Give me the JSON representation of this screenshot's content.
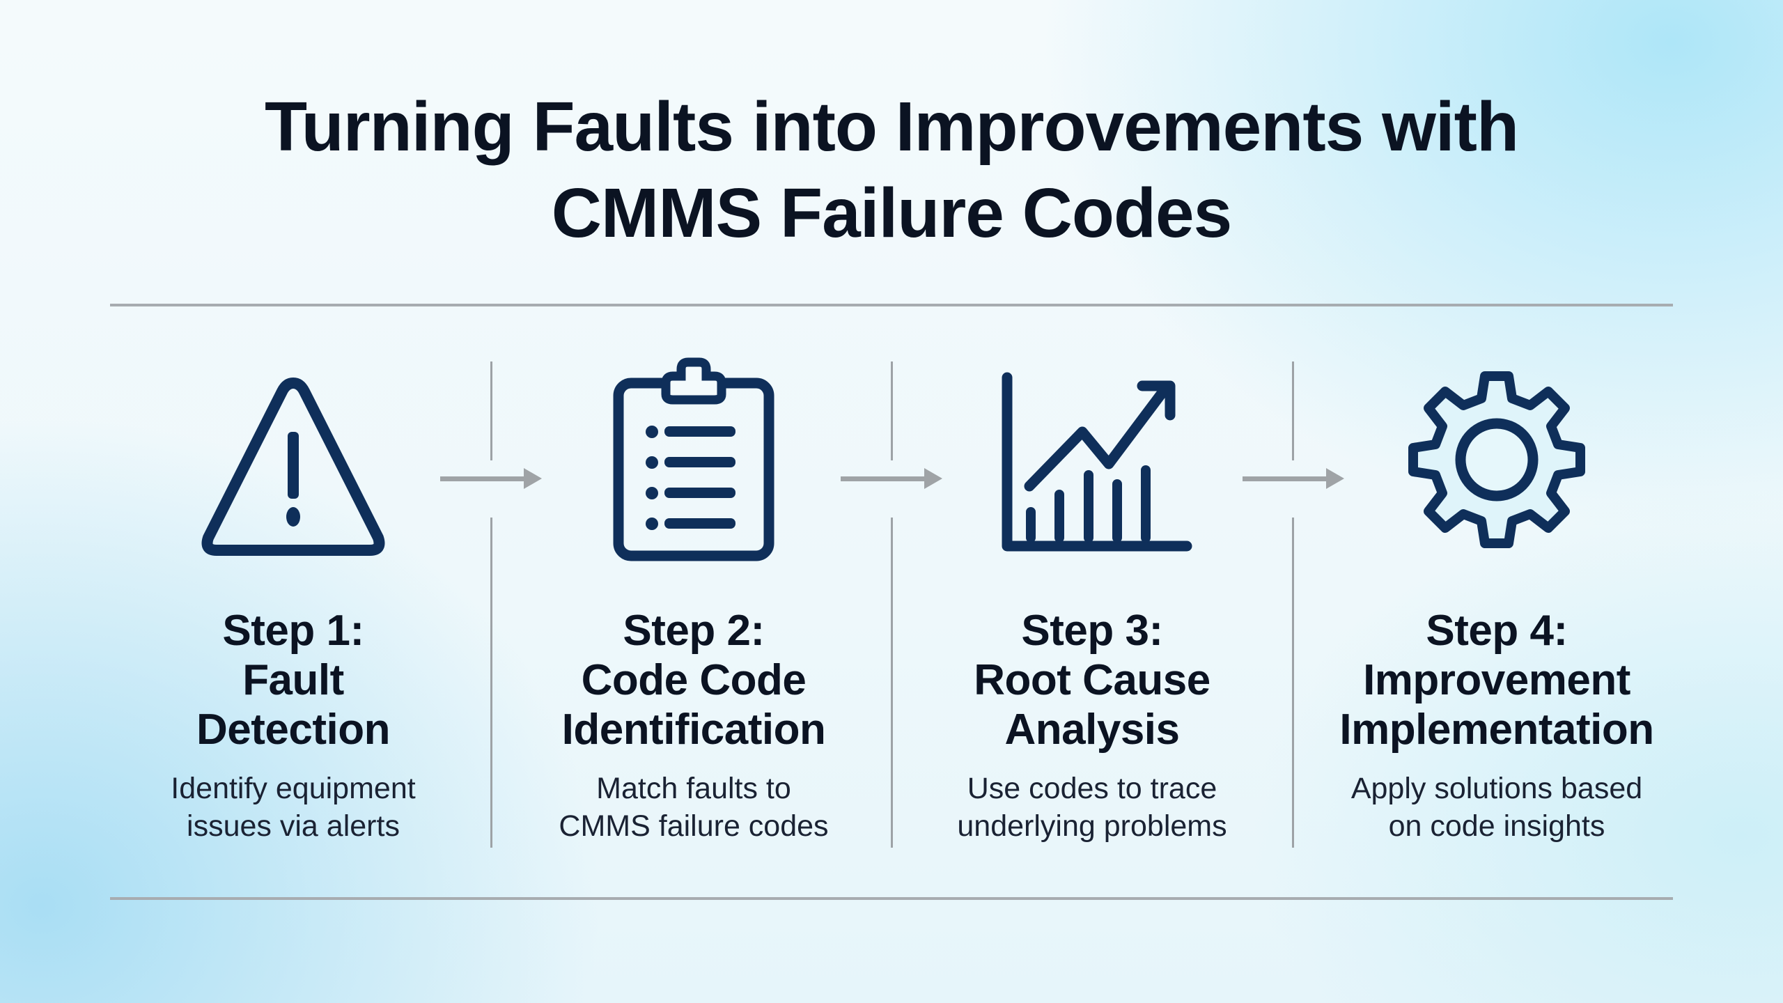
{
  "title": {
    "line1": "Turning Faults into Improvements with",
    "line2": "CMMS Failure Codes"
  },
  "colors": {
    "icon": "#0f2f5a",
    "rule": "#a7acb0",
    "arrow": "#9fa3a6"
  },
  "steps": [
    {
      "icon": "warning-triangle-icon",
      "heading": [
        "Step 1:",
        "Fault",
        "Detection"
      ],
      "desc": [
        "Identify equipment",
        "issues via alerts"
      ]
    },
    {
      "icon": "clipboard-list-icon",
      "heading": [
        "Step 2:",
        "Code Code",
        "Identification"
      ],
      "desc": [
        "Match faults to",
        "CMMS failure codes"
      ]
    },
    {
      "icon": "bar-chart-trend-icon",
      "heading": [
        "Step 3:",
        "Root Cause",
        "Analysis"
      ],
      "desc": [
        "Use codes to trace",
        "underlying problems"
      ]
    },
    {
      "icon": "gear-icon",
      "heading": [
        "Step 4:",
        "Improvement",
        "Implementation"
      ],
      "desc": [
        "Apply solutions based",
        "on code insights"
      ]
    }
  ]
}
